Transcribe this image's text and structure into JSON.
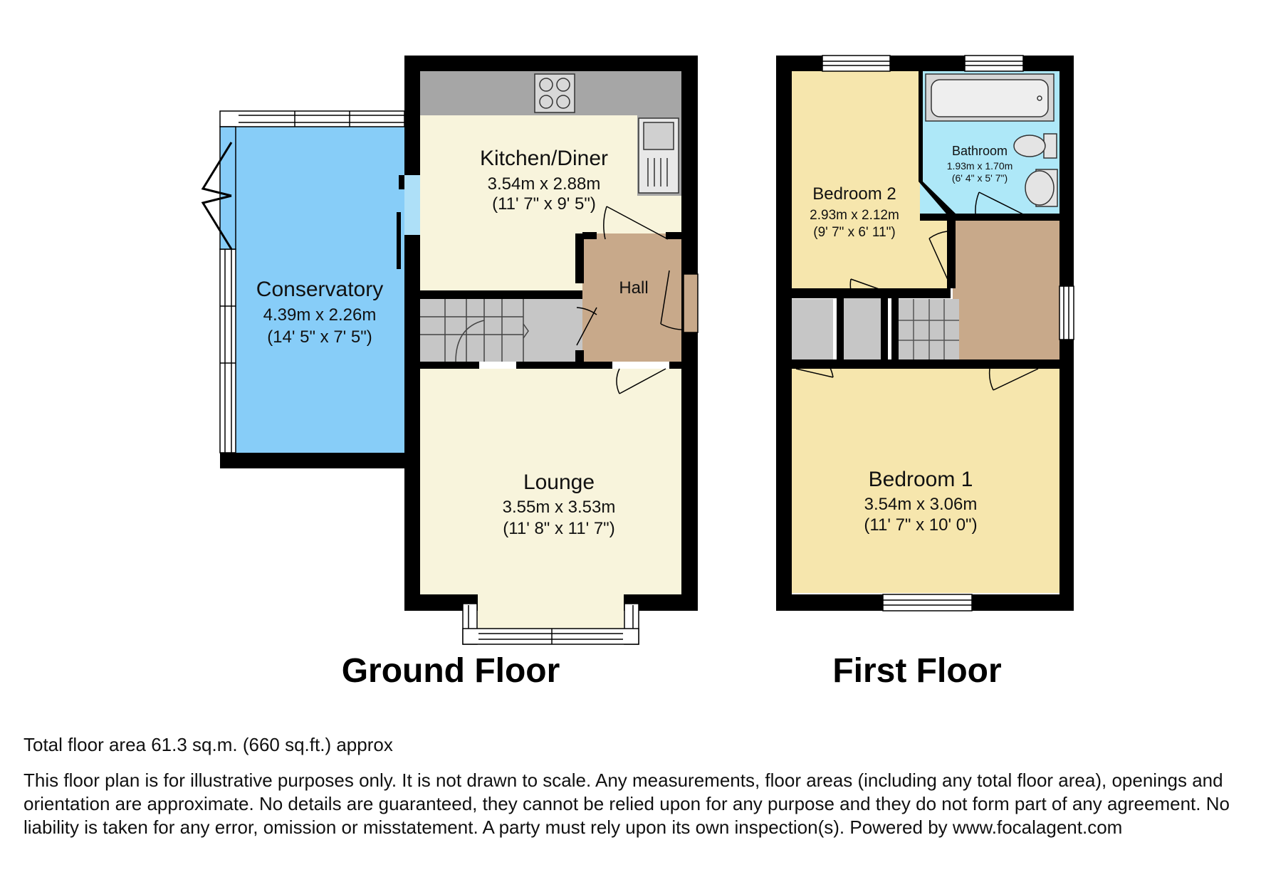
{
  "floors": [
    {
      "title": "Ground Floor",
      "rooms": [
        {
          "name": "Kitchen/Diner",
          "metric": "3.54m x 2.88m",
          "imperial": "(11' 7\" x 9' 5\")"
        },
        {
          "name": "Conservatory",
          "metric": "4.39m x 2.26m",
          "imperial": "(14' 5\" x 7' 5\")"
        },
        {
          "name": "Hall",
          "metric": "",
          "imperial": ""
        },
        {
          "name": "Lounge",
          "metric": "3.55m x 3.53m",
          "imperial": "(11' 8\" x 11' 7\")"
        }
      ]
    },
    {
      "title": "First Floor",
      "rooms": [
        {
          "name": "Bathroom",
          "metric": "1.93m x 1.70m",
          "imperial": "(6' 4\" x 5' 7\")"
        },
        {
          "name": "Bedroom 2",
          "metric": "2.93m x 2.12m",
          "imperial": "(9' 7\" x 6' 11\")"
        },
        {
          "name": "Bedroom 1",
          "metric": "3.54m x 3.06m",
          "imperial": "(11' 7\" x 10' 0\")"
        }
      ]
    }
  ],
  "colors": {
    "wall": "#000000",
    "kitchen": "#f8f4dc",
    "conservatory": "#87cdf8",
    "hall": "#c8a98a",
    "lounge": "#f8f4dc",
    "bedroom": "#f6e6ad",
    "bathroom": "#aee8f8",
    "landing": "#c8a98a",
    "stairs": "#c6c6c6",
    "worktop": "#a6a6a6"
  },
  "footer": {
    "total_area": "Total floor area 61.3 sq.m. (660 sq.ft.) approx",
    "disclaimer": "This floor plan is for illustrative purposes only. It is not drawn to scale. Any measurements, floor areas (including any total floor area), openings and orientation are approximate. No details are guaranteed, they cannot be relied upon for any purpose and they do not form part of any agreement. No liability is taken for any error, omission or misstatement. A party must rely upon its own inspection(s). Powered by www.focalagent.com"
  }
}
